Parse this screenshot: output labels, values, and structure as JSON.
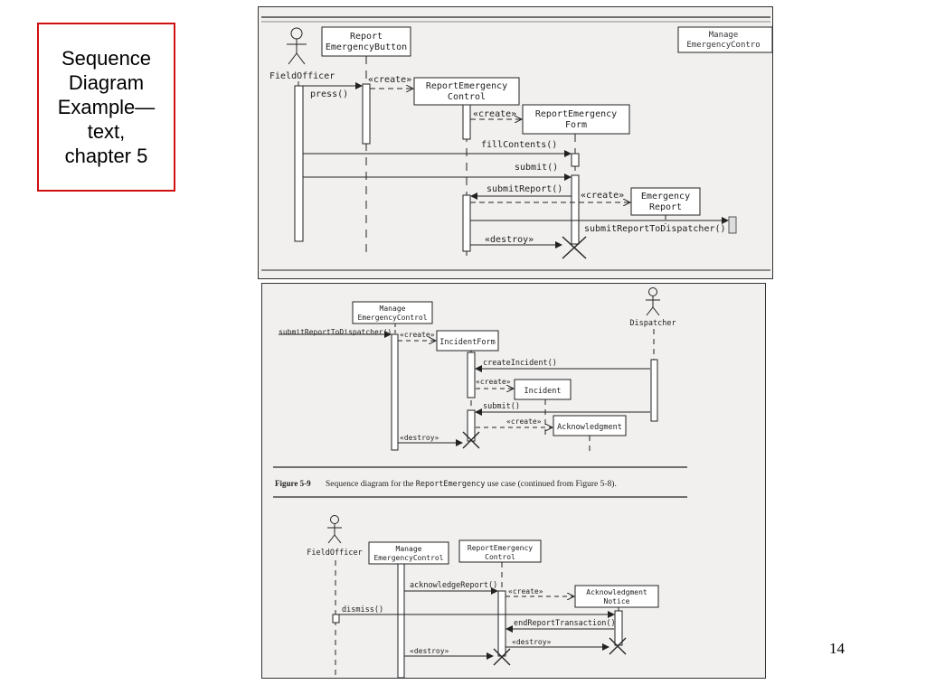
{
  "slide": {
    "title": "Sequence\nDiagram\nExample—\ntext,\nchapter 5",
    "page_number": "14"
  },
  "fig1": {
    "actor": "FieldOfficer",
    "obj_button_l1": "Report",
    "obj_button_l2": "EmergencyButton",
    "obj_manage_l1": "Manage",
    "obj_manage_l2": "EmergencyContro",
    "obj_control_l1": "ReportEmergency",
    "obj_control_l2": "Control",
    "obj_form_l1": "ReportEmergency",
    "obj_form_l2": "Form",
    "obj_report_l1": "Emergency",
    "obj_report_l2": "Report",
    "msg_press": "press()",
    "msg_create1": "«create»",
    "msg_create2": "«create»",
    "msg_create3": "«create»",
    "msg_fill": "fillContents()",
    "msg_submit": "submit()",
    "msg_submitReport": "submitReport()",
    "msg_dispatch": "submitReportToDispatcher()",
    "msg_destroy": "«destroy»"
  },
  "fig2": {
    "obj_manage_l1": "Manage",
    "obj_manage_l2": "EmergencyControl",
    "actor_dispatcher": "Dispatcher",
    "obj_incidentform": "IncidentForm",
    "obj_incident": "Incident",
    "obj_ack": "Acknowledgment",
    "msg_in": "submitReportToDispatcher()",
    "msg_create1": "«create»",
    "msg_create2": "«create»",
    "msg_create3": "«create»",
    "msg_createIncident": "createIncident()",
    "msg_submit": "submit()",
    "msg_destroy": "«destroy»",
    "caption_label": "Figure 5-9",
    "caption_text_1": "Sequence diagram for the ",
    "caption_code": "ReportEmergency",
    "caption_text_2": " use case (continued from Figure 5-8).",
    "actor_fieldofficer": "FieldOfficer",
    "obj_manage2_l1": "Manage",
    "obj_manage2_l2": "EmergencyControl",
    "obj_rec_l1": "ReportEmergency",
    "obj_rec_l2": "Control",
    "obj_notice_l1": "Acknowledgment",
    "obj_notice_l2": "Notice",
    "msg_ackReport": "acknowledgeReport()",
    "msg_create4": "«create»",
    "msg_dismiss": "dismiss()",
    "msg_endTx": "endReportTransaction()",
    "msg_destroy2": "«destroy»",
    "msg_destroy3": "«destroy»"
  }
}
